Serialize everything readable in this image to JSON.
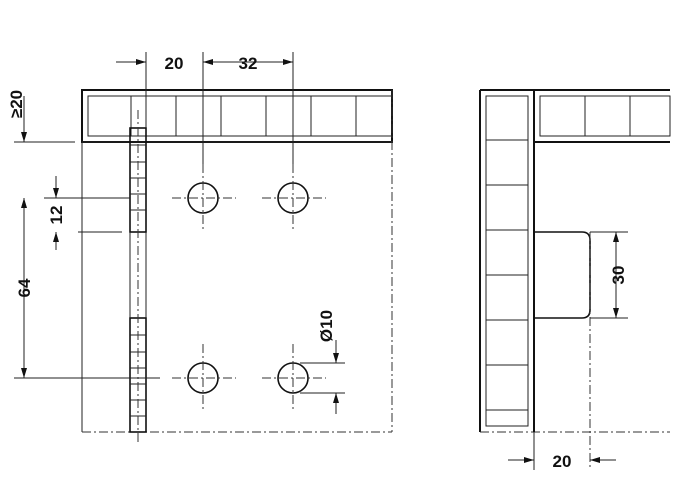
{
  "dimensions": {
    "top_width_left": "20",
    "top_width_right": "32",
    "min_offset": "≥20",
    "hole_offset": "12",
    "hole_spacing": "64",
    "hole_diameter": "Ø10",
    "slot_height": "30",
    "slot_depth": "20"
  },
  "colors": {
    "line": "#111111",
    "background": "#ffffff"
  }
}
